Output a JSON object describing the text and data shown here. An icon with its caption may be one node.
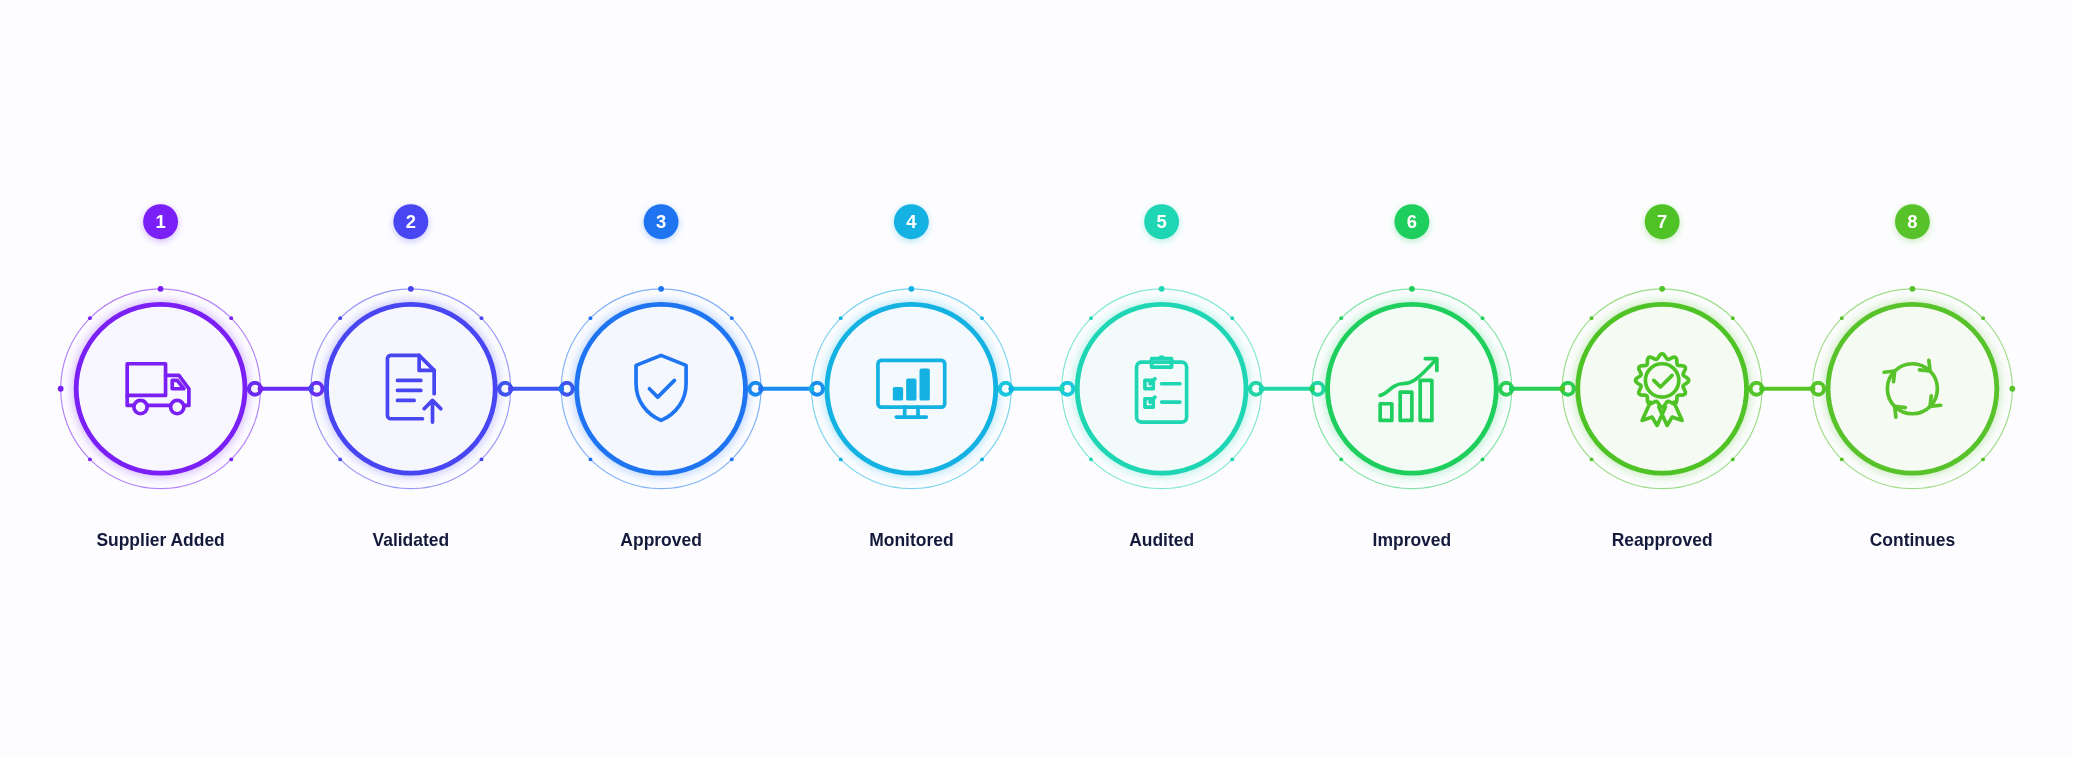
{
  "diagram": {
    "nodes": [
      {
        "text": [
          "Supplier Added"
        ],
        "beside": [
          "1"
        ]
      },
      {
        "text": [
          "Validated"
        ],
        "beside": [
          "2"
        ]
      },
      {
        "text": [
          "Approved"
        ],
        "beside": [
          "3"
        ]
      },
      {
        "text": [
          "Monitored"
        ],
        "beside": [
          "4"
        ]
      },
      {
        "text": [
          "Audited"
        ],
        "beside": [
          "5"
        ]
      },
      {
        "text": [
          "Improved"
        ],
        "beside": [
          "6"
        ]
      },
      {
        "text": [
          "Reapproved"
        ],
        "beside": [
          "7"
        ]
      },
      {
        "text": [
          "Continues"
        ],
        "beside": [
          "8"
        ]
      }
    ],
    "edges": [
      {
        "from": 0,
        "to": 1,
        "arrow": "other",
        "color": "#6a2cf3"
      },
      {
        "from": 1,
        "to": 2,
        "arrow": "other",
        "color": "#3d55f1"
      },
      {
        "from": 2,
        "to": 3,
        "arrow": "other",
        "color": "#1a8cf0"
      },
      {
        "from": 3,
        "to": 4,
        "arrow": "other",
        "color": "#17c9dd"
      },
      {
        "from": 4,
        "to": 5,
        "arrow": "other",
        "color": "#22d6a6"
      },
      {
        "from": 5,
        "to": 6,
        "arrow": "other",
        "color": "#2bcf55"
      },
      {
        "from": 6,
        "to": 7,
        "arrow": "other",
        "color": "#55c52a"
      }
    ]
  }
}
